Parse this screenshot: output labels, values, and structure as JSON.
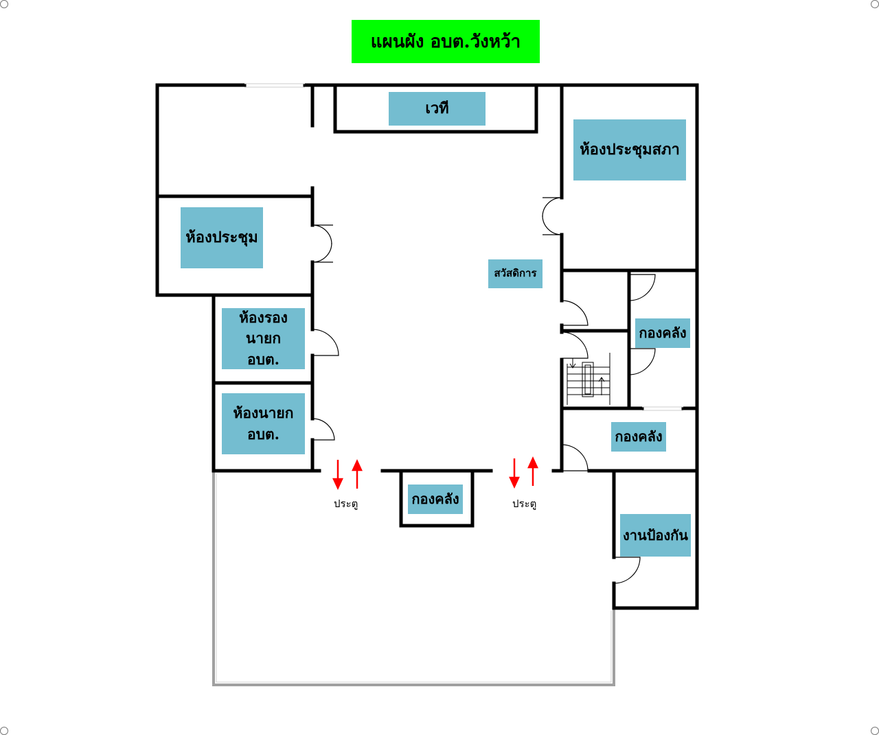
{
  "title": "แผนผัง อบต.วังหว้า",
  "colors": {
    "title_bg": "#00ff00",
    "room_fill": "#74bdd0",
    "wall": "#000000",
    "outer_wall": "#a0a0a0",
    "arrow": "#ff0000"
  },
  "rooms": {
    "stage": "เวที",
    "council_meeting_room": "ห้องประชุมสภา",
    "meeting_room": "ห้องประชุม",
    "welfare": "สวัสดิการ",
    "deputy_mayor_room": "ห้องรองนายก\nอบต.",
    "mayor_room": "ห้องนายก\nอบต.",
    "finance_upper": "กองคลัง",
    "finance_middle": "กองคลัง",
    "finance_entrance": "กองคลัง",
    "prevention": "งานป้องกัน"
  },
  "doors": {
    "left_door": "ประตู",
    "right_door": "ประตู"
  },
  "icons": [
    "door-swing-icon",
    "stairs-icon",
    "arrow-up-icon",
    "arrow-down-icon"
  ]
}
